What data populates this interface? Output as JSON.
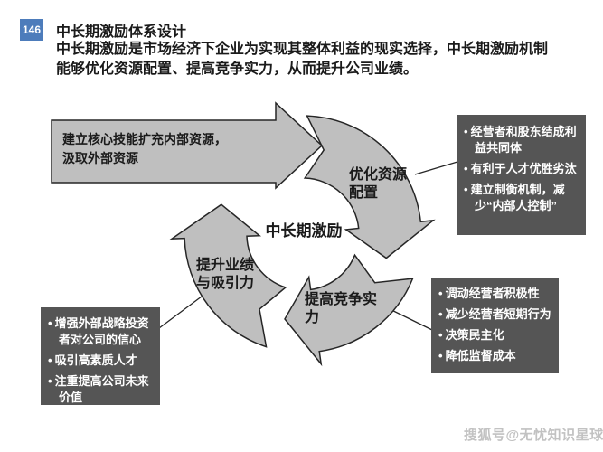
{
  "page": {
    "badge": "146",
    "title": "中长期激励体系设计",
    "body": "中长期激励是市场经济下企业为实现其整体利益的现实选择，中长期激励机制能够优化资源配置、提高竞争实力，从而提升公司业绩。"
  },
  "diagram": {
    "center_label": "中长期激励",
    "input_arrow_label": "建立核心技能扩充内部资源，汲取外部资源",
    "cycle_labels": {
      "optimize": "优化资源配置",
      "compete": "提高竞争实力",
      "performance": "提升业绩与吸引力"
    }
  },
  "callouts": {
    "optimize_effects": {
      "items": [
        "经营者和股东结成利益共同体",
        "有利于人才优胜劣汰",
        "建立制衡机制，减少“内部人控制”"
      ]
    },
    "compete_effects": {
      "items": [
        "调动经营者积极性",
        "减少经营者短期行为",
        "决策民主化",
        "降低监督成本"
      ]
    },
    "performance_effects": {
      "items": [
        "增强外部战略投资者对公司的信心",
        "吸引高素质人才",
        "注重提高公司未来价值"
      ]
    }
  },
  "watermark": "搜狐号@无忧知识星球",
  "colors": {
    "badge_bg": "#4d7cbb",
    "shape_fill": "#bfbfbf",
    "shape_stroke": "#262626",
    "callout_bg": "#555555",
    "callout_text": "#ffffff"
  }
}
